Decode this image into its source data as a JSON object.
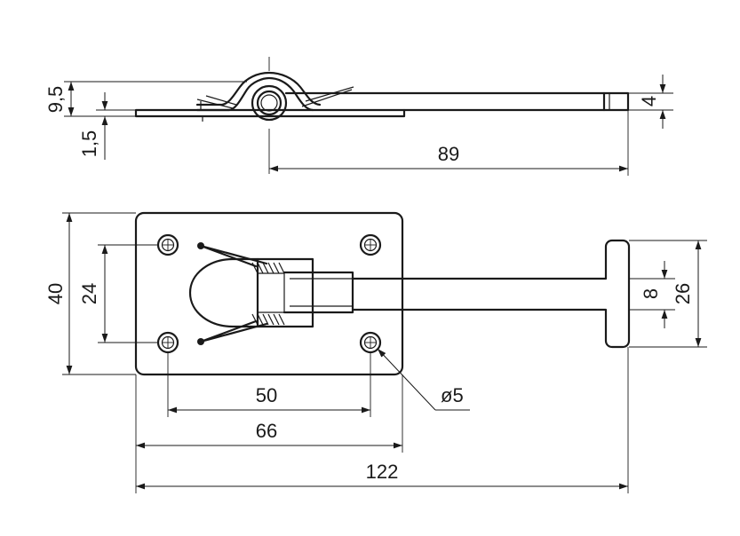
{
  "top_view": {
    "dim_height": "9,5",
    "dim_plate": "1,5",
    "dim_tip": "4",
    "dim_length": "89"
  },
  "front_view": {
    "dim_plate_height": "40",
    "dim_hole_spacing_v": "24",
    "dim_hole_spacing_h": "50",
    "dim_plate_width": "66",
    "dim_total_length": "122",
    "dim_hole_dia": "ø5",
    "dim_bar_width": "8",
    "dim_head_height": "26"
  }
}
